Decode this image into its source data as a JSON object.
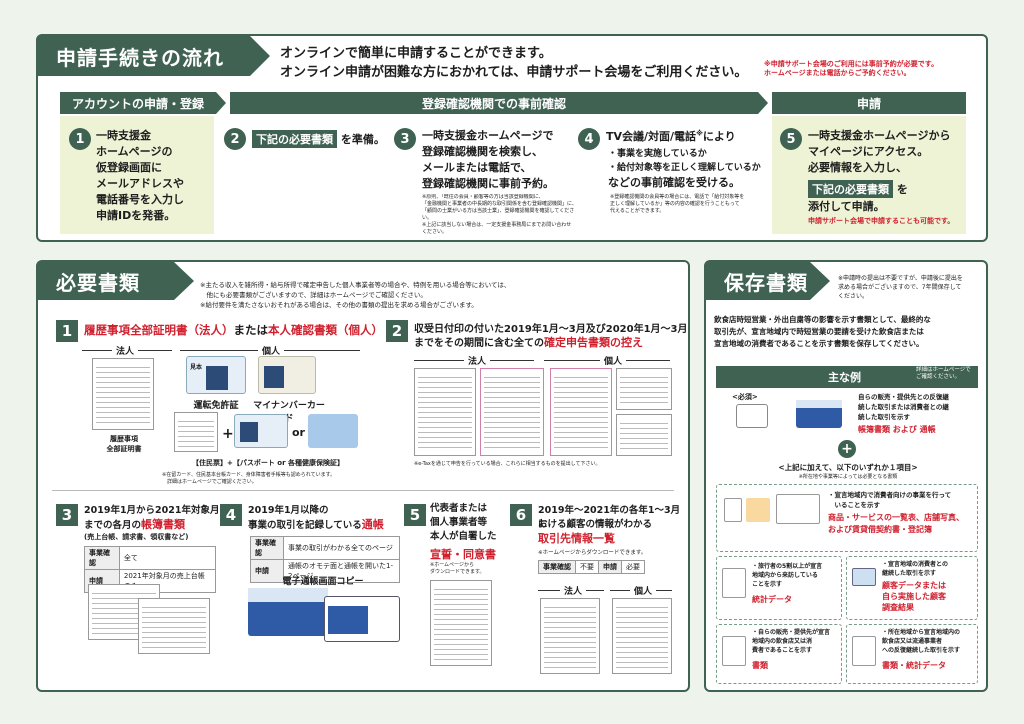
{
  "top": {
    "title": "申請手続きの流れ",
    "intro_line1": "オンラインで簡単に申請することができます。",
    "intro_line2": "オンライン申請が困難な方におかれては、申請サポート会場をご利用ください。",
    "note": "※申請サポート会場のご利用には事前予約が必要です。\nホームページまたは電話からご予約ください。",
    "phases": [
      "アカウントの申請・登録",
      "登録確認機関での事前確認",
      "申請"
    ],
    "steps": {
      "s1": {
        "num": "1",
        "text": "一時支援金\nホームページの\n仮登録画面に\nメールアドレスや\n電話番号を入力し\n申請IDを発番。"
      },
      "s2": {
        "num": "2",
        "tag": "下記の必要書類",
        "text": "を準備。"
      },
      "s3": {
        "num": "3",
        "text": "一時支援金ホームページで\n登録確認機関を検索し、\nメールまたは電話で、\n登録確認機関に事前予約。",
        "note": "※原則、「既往の会員・顧客等の方は当該登録機関に、\n「金融機関と事業者の中長期的な取引関係を含む登録確認機関」に、\n「顧問の士業がいる方は当該士業」、登録確認機関を確認してください。\n※上記に該当しない場合は、一定支援金事務局にまでお問い合わせ\nください。"
      },
      "s4": {
        "num": "4",
        "text_a": "TV会議/対面/電話",
        "sup": "※",
        "text_b": "により",
        "bullet1": "・事業を実施しているか",
        "bullet2": "・給付対象等を正しく理解しているか",
        "text_c": "などの事前確認を受ける。",
        "note": "※登録確認機関の会員等の場合には、電話で「給付対象等を\n正しく理解しているか」等の内容の確認を行うこともって\n代えることができます。"
      },
      "s5": {
        "num": "5",
        "text": "一時支援金ホームページから\nマイページにアクセス。\n必要情報を入力し、",
        "tag": "下記の必要書類",
        "text_b": "を",
        "text_c": "添付して申請。",
        "red": "申請サポート会場で申請することも可能です。"
      }
    }
  },
  "docs": {
    "title": "必要書類",
    "notes": "※主たる収入を雑所得・給与所得で確定申告した個人事業者等の場合や、特例を用いる場合等においては、\n　他にも必要書類がございますので、詳細はホームページでご確認ください。\n※給付要件を満たさないおそれがある場合は、その他の書類の提出を求める場合がございます。",
    "d1": {
      "num": "1",
      "t1": "履歴事項全部証明書（法人）",
      "t2": "または",
      "t3": "本人確認書類（個人）",
      "corp": "法人",
      "indiv": "個人",
      "corp_caption": "履歴事項\n全部証明書",
      "license": "運転免許証",
      "mynumber": "マイナンバーカード",
      "plus": "+",
      "or": "or",
      "resident": "【住民票】+【パスポート or 各種健康保険証】",
      "card_name": "見本",
      "note": "※在留カード、住民基本台帳カード、身体障害者手帳等も認められています。\n　詳細はホームページでご確認ください。"
    },
    "d2": {
      "num": "2",
      "t1": "収受日付印の付いた2019年1月～3月及び2020年1月～3月",
      "t2": "までをその期間に含む全ての",
      "t3": "確定申告書類の控え",
      "corp": "法人",
      "indiv": "個人",
      "note": "※e-Taxを通じて申告を行っている場合、これらに相当するものを提出して下さい。"
    },
    "d3": {
      "num": "3",
      "t1": "2019年1月から2021年対象月",
      "t2": "までの各月の",
      "t3": "帳簿書類",
      "t4": "(売上台帳、請求書、領収書など)",
      "rows": [
        [
          "事業確認",
          "全て"
        ],
        [
          "申請",
          "2021年対象月の売上台帳のみ"
        ]
      ]
    },
    "d4": {
      "num": "4",
      "t1": "2019年1月以降の",
      "t2": "事業の取引を記録している",
      "t3": "通帳",
      "rows": [
        [
          "事業確認",
          "事業の取引がわかる全てのページ"
        ],
        [
          "申請",
          "通帳のオモテ面と通帳を開いた1-2ページ"
        ]
      ],
      "caption": "電子通帳画面コピー"
    },
    "d5": {
      "num": "5",
      "t1": "代表者または\n個人事業者等\n本人が自署した",
      "t2": "宣誓・同意書",
      "note": "※ホームページから\nダウンロードできます。"
    },
    "d6": {
      "num": "6",
      "t1": "2019年～2021年の各年1～3月に",
      "t2": "おける顧客の情報がわかる",
      "t3": "取引先情報一覧",
      "note": "※ホームページからダウンロードできます。",
      "tags": [
        "事業確認",
        "不要",
        "申請",
        "必要"
      ],
      "corp": "法人",
      "indiv": "個人"
    }
  },
  "keep": {
    "title": "保存書類",
    "note": "※申請時の提出は不要ですが、申請後に提出を\n求める場合がございますので、7年間保存して\nください。",
    "desc": "飲食店時短営業・外出自粛等の影響を示す書類として、最終的な\n取引先が、宣言地域内で時短営業の要請を受けた飲食店または\n宣言地域の消費者であることを示す書類を保存してください。",
    "main_bar": "主な例",
    "main_bar_note": "詳細はホームページで\nご確認ください。",
    "required": "<必須>",
    "required_text": "自らの販売・提供先との反復継\n続した取引または消費者との継\n続した取引を示す",
    "required_red": "帳簿書類 および 通帳",
    "plus": "+",
    "or_line": "<上記に加えて、以下のいずれか１項目>",
    "or_note": "※所在地や事業等によっては必要となる書類",
    "items": [
      {
        "text": "・宣言地域内で消費者向けの事業を行って\n　いることを示す",
        "red": "商品・サービスの一覧表、店舗写真、\nおよび賃貸借契約書・登記簿"
      },
      {
        "text": "・旅行者の5割以上が宣言\n地域内から来訪している\nことを示す",
        "red": "統計データ"
      },
      {
        "text": "・宣言地域の消費者との\n継続した取引を示す",
        "red": "顧客データまたは\n自ら実施した顧客\n調査結果"
      },
      {
        "text": "・自らの販売・提供先が宣言\n地域内の飲食店又は消\n費者であることを示す",
        "red": "書類"
      },
      {
        "text": "・所在地域から宣言地域内の\n飲食店又は流通事業者\nへの反復継続した取引を示す",
        "red": "書類・統計データ"
      }
    ]
  }
}
